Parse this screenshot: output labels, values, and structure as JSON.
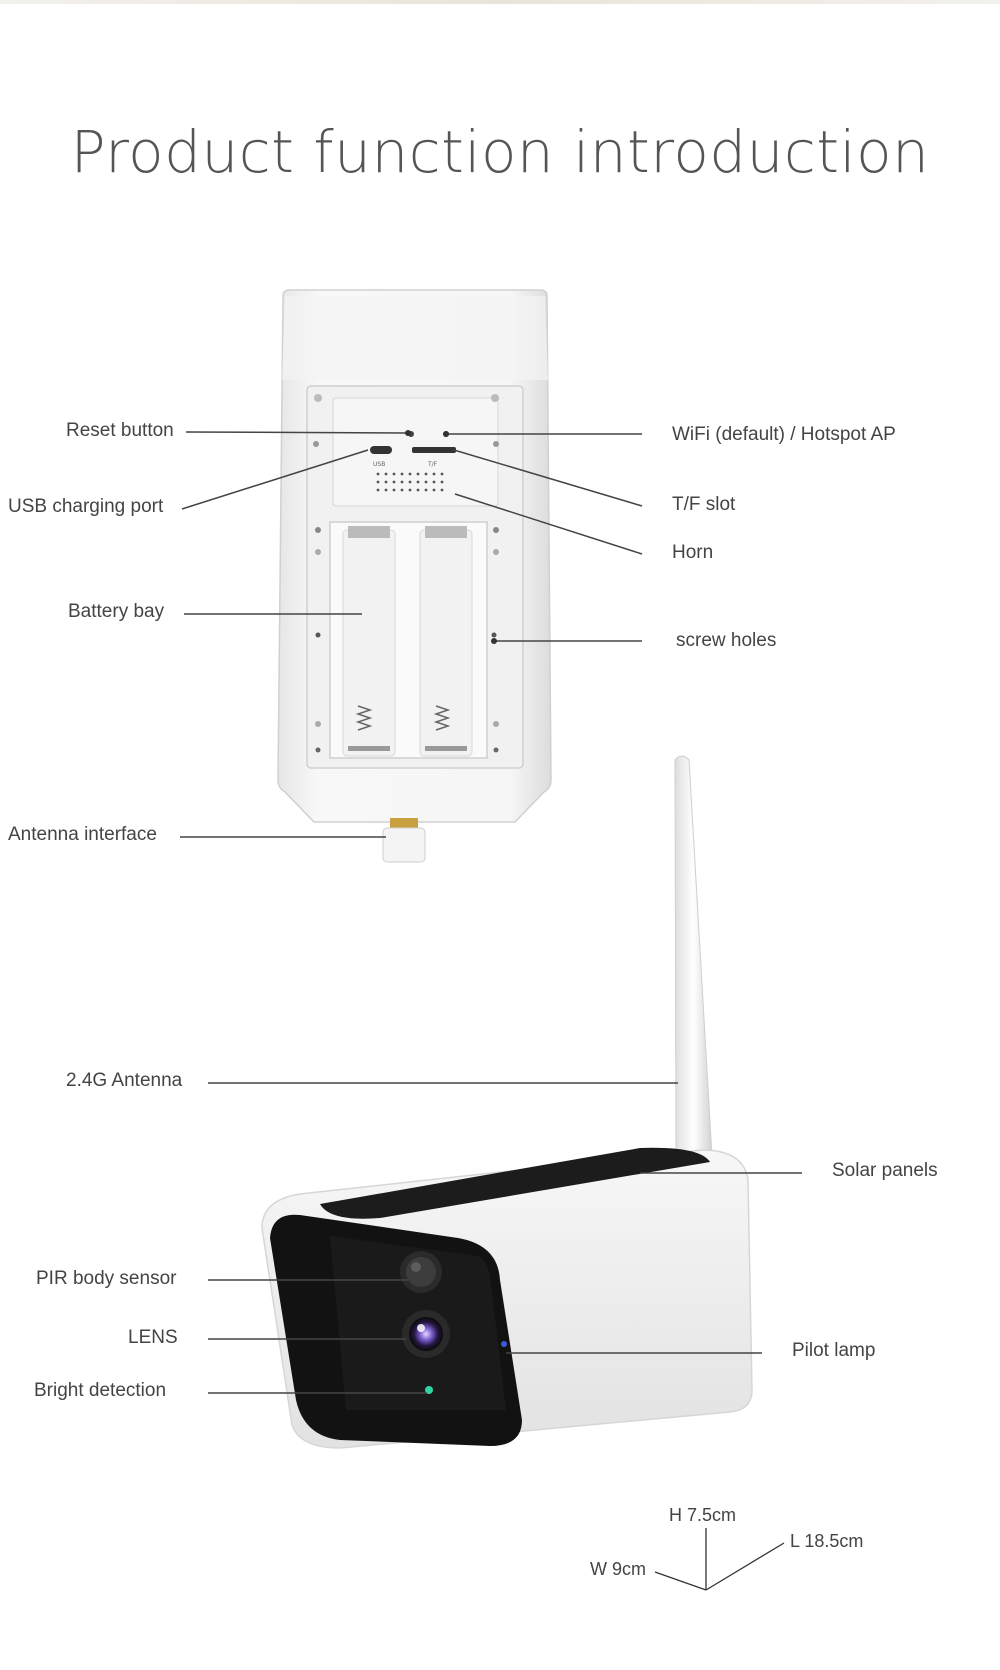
{
  "title": "Product function introduction",
  "labels": {
    "reset_button": "Reset button",
    "usb_charging_port": "USB charging port",
    "battery_bay": "Battery bay",
    "antenna_interface": "Antenna interface",
    "wifi_hotspot": "WiFi (default) / Hotspot AP",
    "tf_slot": "T/F slot",
    "horn": "Horn",
    "screw_holes": "screw holes",
    "antenna_24g": "2.4G Antenna",
    "solar_panels": "Solar panels",
    "pir_sensor": "PIR body sensor",
    "lens": "LENS",
    "bright_detection": "Bright detection",
    "pilot_lamp": "Pilot lamp"
  },
  "device_marks": {
    "usb": "USB",
    "tf": "T/F"
  },
  "dimensions": {
    "height": "H 7.5cm",
    "length": "L 18.5cm",
    "width": "W  9cm"
  }
}
